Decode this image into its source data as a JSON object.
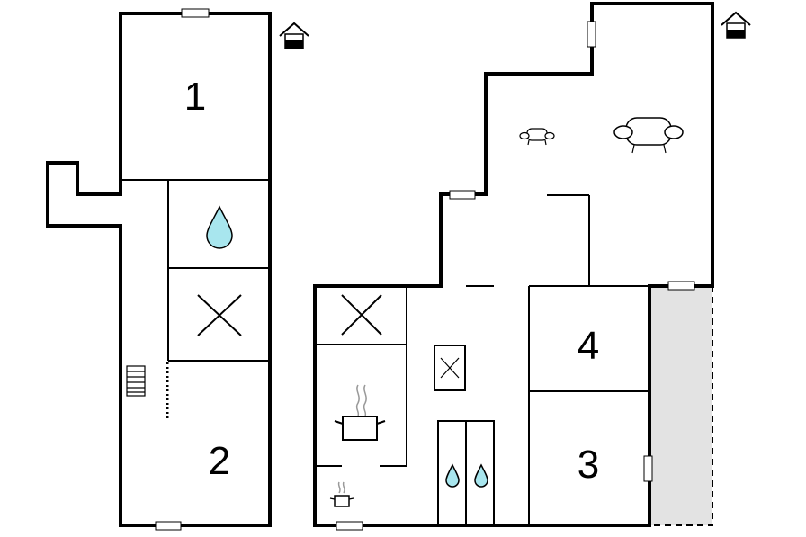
{
  "rooms": [
    {
      "id": "room-1",
      "label": "1"
    },
    {
      "id": "room-2",
      "label": "2"
    },
    {
      "id": "room-3",
      "label": "3"
    },
    {
      "id": "room-4",
      "label": "4"
    }
  ],
  "icons": [
    "house-icon",
    "water-drop-icon",
    "cross-icon",
    "stairs-icon",
    "cooking-pot-icon",
    "sofa-icon",
    "window-icon"
  ],
  "colors": {
    "wall": "#000000",
    "water": "#a8e6ee",
    "terrace": "#e3e3e3",
    "steam": "#999999"
  }
}
